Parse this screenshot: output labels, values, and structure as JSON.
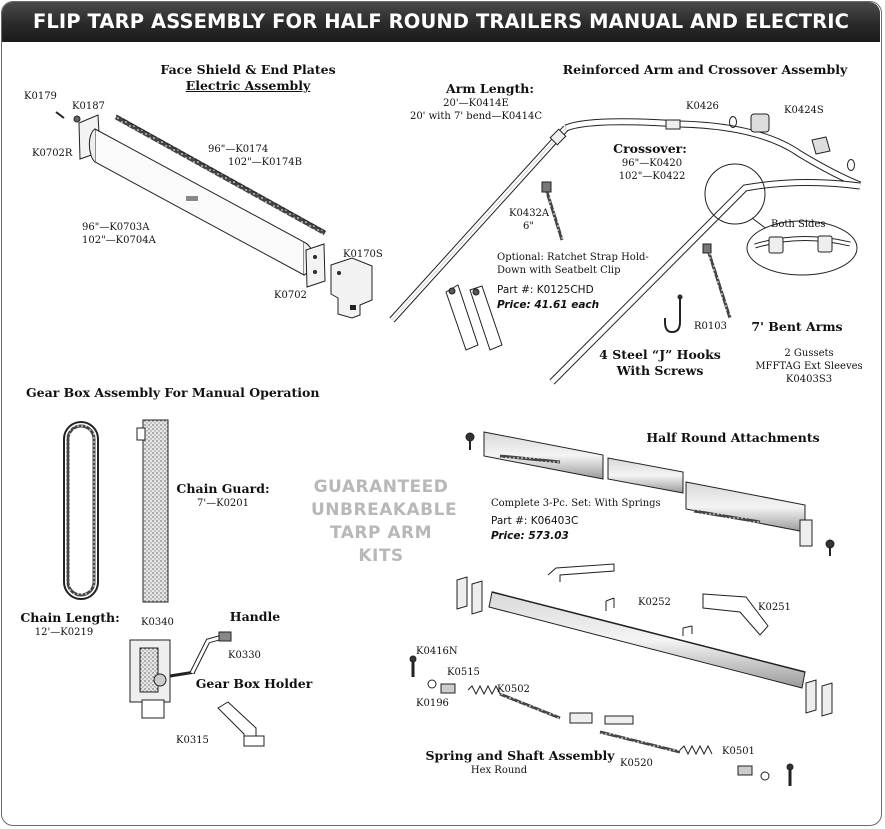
{
  "header": {
    "title": "FLIP TARP ASSEMBLY FOR HALF ROUND TRAILERS MANUAL AND ELECTRIC"
  },
  "face_shield": {
    "title": "Face Shield & End Plates",
    "subtitle": "Electric Assembly",
    "k0179": "K0179",
    "k0187": "K0187",
    "k0702r": "K0702R",
    "rod_96": "96\"—K0174",
    "rod_102": "102\"—K0174B",
    "shield_96": "96\"—K0703A",
    "shield_102": "102\"—K0704A",
    "k0170s": "K0170S",
    "k0702": "K0702"
  },
  "arm": {
    "title": "Reinforced Arm and Crossover Assembly",
    "arm_length_title": "Arm Length:",
    "arm_20": "20'—K0414E",
    "arm_20_bend": "20' with 7' bend—K0414C",
    "k0426": "K0426",
    "k0424s": "K0424S",
    "crossover_title": "Crossover:",
    "cross_96": "96\"—K0420",
    "cross_102": "102\"—K0422",
    "k0432a": "K0432A",
    "six_inch": "6\"",
    "both_sides": "Both Sides",
    "ratchet_line1": "Optional: Ratchet Strap Hold-",
    "ratchet_line2": "Down with Seatbelt Clip",
    "ratchet_part": "Part #: K0125CHD",
    "ratchet_price": "Price: 41.61 each",
    "r0103": "R0103",
    "j_hooks_line1": "4 Steel “J” Hooks",
    "j_hooks_line2": "With Screws",
    "bent_arms": "7' Bent Arms",
    "gussets": "2 Gussets",
    "sleeves": "MFFTAG Ext Sleeves",
    "k040353": "K0403S3"
  },
  "gearbox": {
    "title": "Gear Box Assembly For Manual Operation",
    "chain_guard_title": "Chain Guard:",
    "chain_guard_value": "7'—K0201",
    "chain_length_title": "Chain Length:",
    "chain_length_value": "12'—K0219",
    "k0340": "K0340",
    "handle": "Handle",
    "k0330": "K0330",
    "holder": "Gear Box Holder",
    "k0315": "K0315"
  },
  "guarantee": {
    "line1": "GUARANTEED",
    "line2": "UNBREAKABLE",
    "line3": "TARP ARM KITS"
  },
  "half_round": {
    "title": "Half Round Attachments",
    "set_label": "Complete 3-Pc. Set: With Springs",
    "part": "Part #: K06403C",
    "price": "Price: 573.03",
    "k0252": "K0252",
    "k0251": "K0251"
  },
  "spring": {
    "k0416n": "K0416N",
    "k0515": "K0515",
    "k0502": "K0502",
    "k0196": "K0196",
    "k0501": "K0501",
    "k0520": "K0520",
    "title": "Spring and Shaft Assembly",
    "subtitle": "Hex Round"
  },
  "colors": {
    "header_bg": "#2a2a2a",
    "header_text": "#ffffff",
    "watermark": "#b8b8b8",
    "line": "#222222"
  }
}
